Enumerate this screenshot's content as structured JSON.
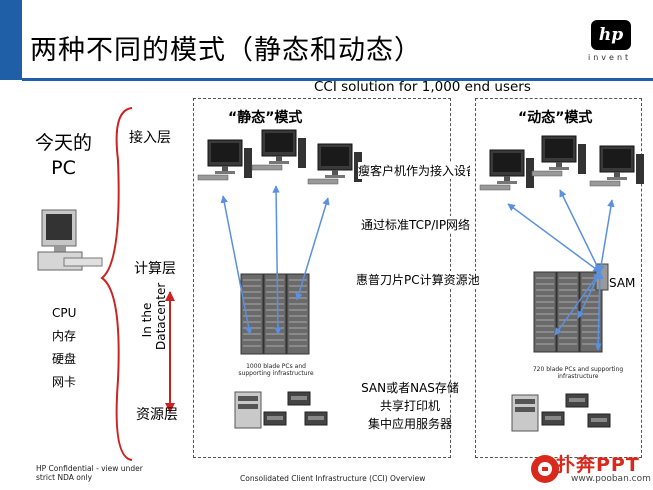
{
  "title": "两种不同的模式（静态和动态）",
  "logo": {
    "mark": "hp",
    "tagline": "invent"
  },
  "diagram_title": "CCI solution  for 1,000  end users",
  "modes": {
    "static": "“静态”模式",
    "dynamic": "“动态”模式"
  },
  "today_pc": {
    "line1": "今天的",
    "line2": "PC"
  },
  "tiers": {
    "access": "接入层",
    "compute": "计算层",
    "resource": "资源层"
  },
  "datacenter_label": "In the Datacenter",
  "left_list": [
    "CPU",
    "内存",
    "硬盘",
    "网卡"
  ],
  "middle_labels": {
    "access_device": "瘦客户机作为接入设备",
    "network": "通过标准TCP/IP网络",
    "blade_pool": "惠普刀片PC计算资源池",
    "resources": [
      "SAN或者NAS存储",
      "共享打印机",
      "集中应用服务器"
    ]
  },
  "sam_label": "SAM",
  "captions": {
    "static_rack": "1000 blade PCs and supporting infrastructure",
    "dynamic_rack": "720 blade PCs and supporting infrastructure"
  },
  "footer": {
    "left": "HP Confidential  - view under strict NDA only",
    "center": "Consolidated  Client Infrastructure  (CCI) Overview"
  },
  "watermark": {
    "text": "扑奔PPT",
    "url": "www.pooban.com"
  },
  "colors": {
    "accent": "#1f5fa8",
    "arrow": "#5b8fe0",
    "brace": "#cc2222",
    "brand": "#d9291c"
  },
  "icons": [
    "thin-client-icon",
    "blade-rack-icon",
    "server-icon",
    "desktop-pc-icon",
    "hp-logo-icon"
  ]
}
